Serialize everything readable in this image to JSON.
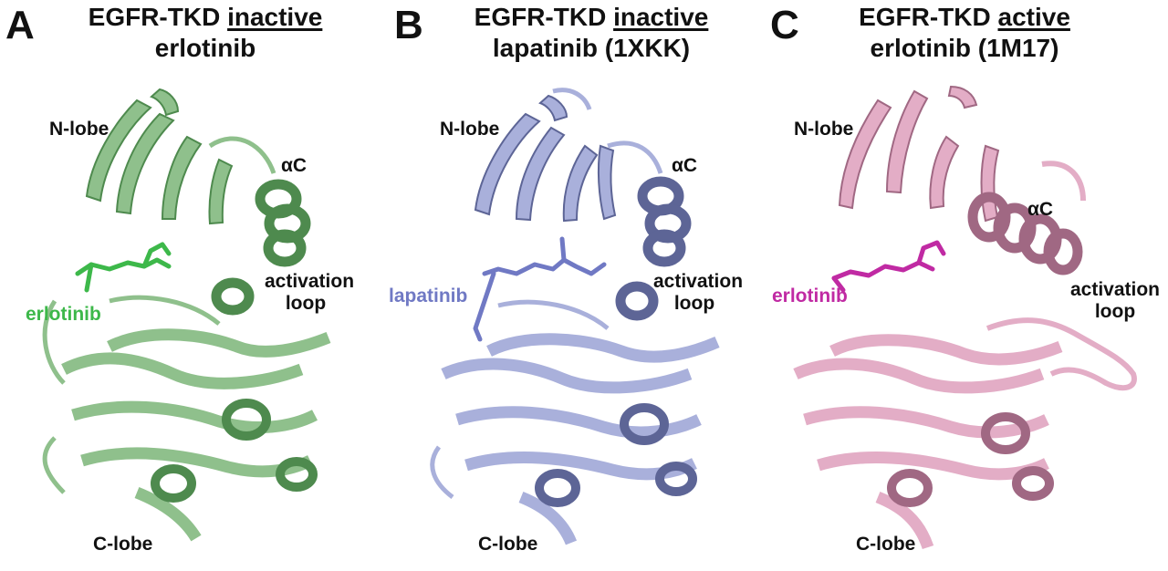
{
  "panels": [
    {
      "letter": "A",
      "title_prefix": "EGFR-TKD ",
      "title_underlined": "inactive",
      "title_line2": "erlotinib",
      "labels": {
        "n_lobe": "N-lobe",
        "alpha_c": "αC",
        "activation_line1": "activation",
        "activation_line2": "loop",
        "ligand": "erlotinib",
        "c_lobe": "C-lobe"
      },
      "colors": {
        "protein": "#8fc08c",
        "protein_dark": "#4e8a4e",
        "ligand": "#3db84a"
      }
    },
    {
      "letter": "B",
      "title_prefix": "EGFR-TKD ",
      "title_underlined": "inactive",
      "title_line2": "lapatinib (1XKK)",
      "labels": {
        "n_lobe": "N-lobe",
        "alpha_c": "αC",
        "activation_line1": "activation",
        "activation_line2": "loop",
        "ligand": "lapatinib",
        "c_lobe": "C-lobe"
      },
      "colors": {
        "protein": "#a9b0db",
        "protein_dark": "#5d6596",
        "ligand": "#7079c4"
      }
    },
    {
      "letter": "C",
      "title_prefix": "EGFR-TKD ",
      "title_underlined": "active",
      "title_line2": "erlotinib (1M17)",
      "labels": {
        "n_lobe": "N-lobe",
        "alpha_c": "αC",
        "activation_line1": "activation",
        "activation_line2": "loop",
        "ligand": "erlotinib",
        "c_lobe": "C-lobe"
      },
      "colors": {
        "protein": "#e3adc6",
        "protein_dark": "#a06883",
        "ligand": "#c02aa3"
      }
    }
  ]
}
